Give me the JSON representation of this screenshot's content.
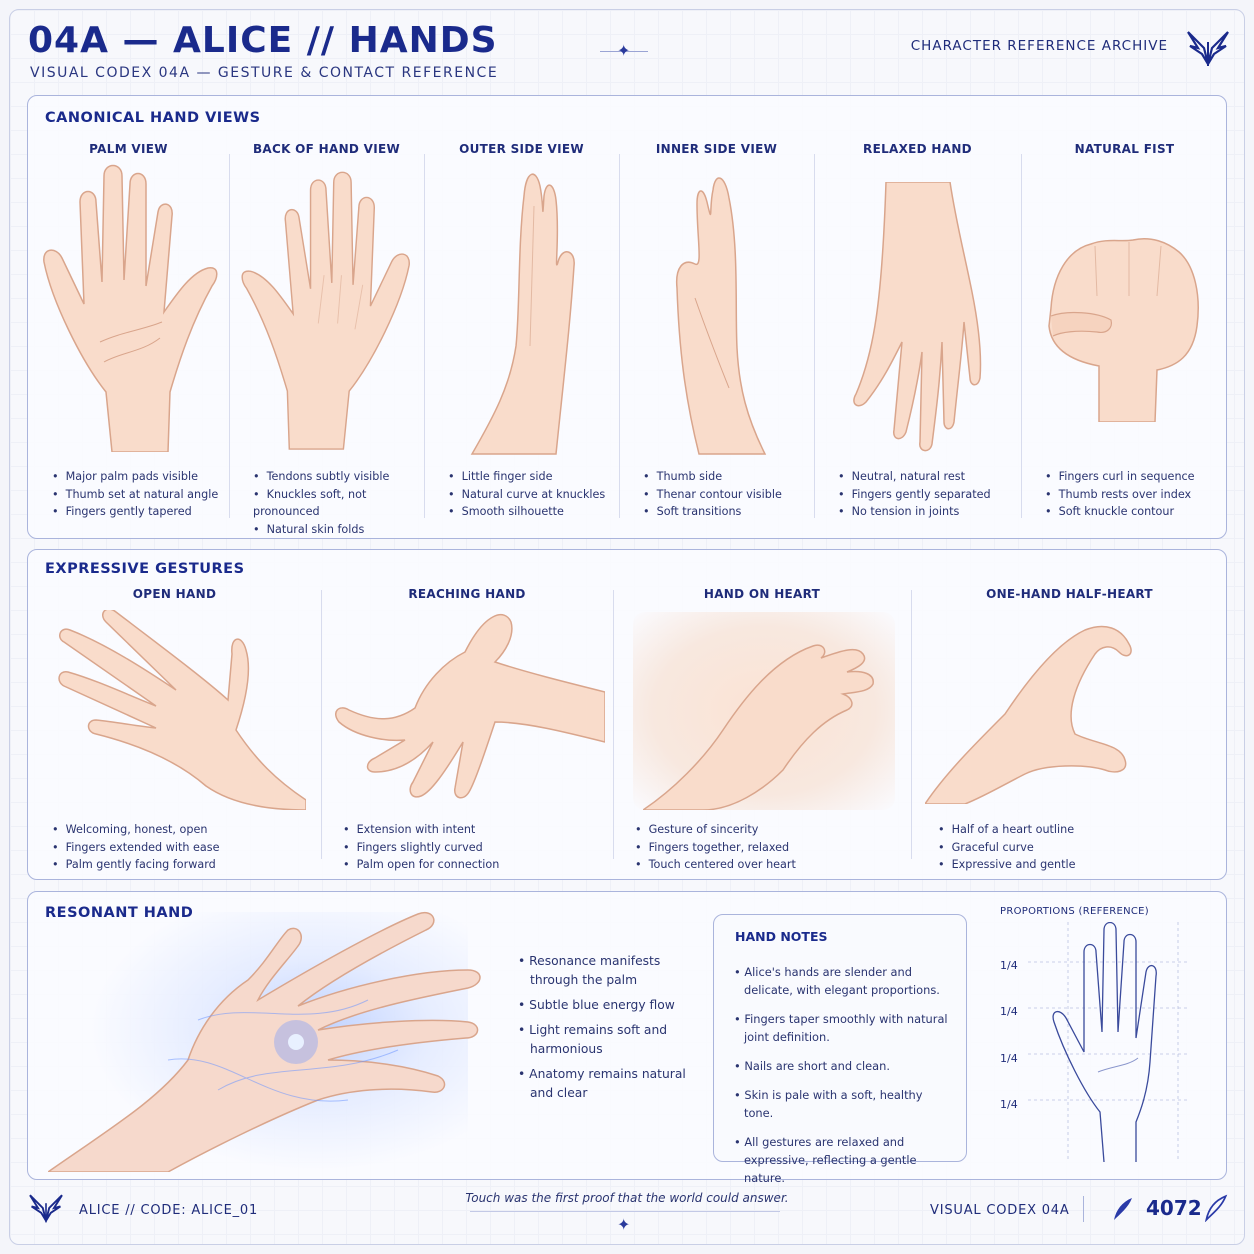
{
  "header": {
    "title": "04A — ALICE // HANDS",
    "subtitle": "VISUAL CODEX 04A — GESTURE & CONTACT REFERENCE",
    "archive": "CHARACTER REFERENCE ARCHIVE",
    "logo_icon": "winged-emblem-icon"
  },
  "canonical": {
    "title": "CANONICAL HAND VIEWS",
    "views": [
      {
        "label": "PALM VIEW",
        "notes": [
          "Major palm pads visible",
          "Thumb set at natural angle",
          "Fingers gently tapered"
        ]
      },
      {
        "label": "BACK OF HAND VIEW",
        "notes": [
          "Tendons subtly visible",
          "Knuckles soft, not pronounced",
          "Natural skin folds"
        ]
      },
      {
        "label": "OUTER SIDE VIEW",
        "notes": [
          "Little finger side",
          "Natural curve at knuckles",
          "Smooth silhouette"
        ]
      },
      {
        "label": "INNER SIDE VIEW",
        "notes": [
          "Thumb side",
          "Thenar contour visible",
          "Soft transitions"
        ]
      },
      {
        "label": "RELAXED HAND",
        "notes": [
          "Neutral, natural rest",
          "Fingers gently separated",
          "No tension in joints"
        ]
      },
      {
        "label": "NATURAL FIST",
        "notes": [
          "Fingers curl in sequence",
          "Thumb rests over index",
          "Soft knuckle contour"
        ]
      }
    ]
  },
  "expressive": {
    "title": "EXPRESSIVE GESTURES",
    "gestures": [
      {
        "label": "OPEN HAND",
        "notes": [
          "Welcoming, honest, open",
          "Fingers extended with ease",
          "Palm gently facing forward"
        ]
      },
      {
        "label": "REACHING HAND",
        "notes": [
          "Extension with intent",
          "Fingers slightly curved",
          "Palm open for connection"
        ]
      },
      {
        "label": "HAND ON HEART",
        "notes": [
          "Gesture of sincerity",
          "Fingers together, relaxed",
          "Touch centered over heart"
        ]
      },
      {
        "label": "ONE-HAND HALF-HEART",
        "notes": [
          "Half of a heart outline",
          "Graceful curve",
          "Expressive and gentle"
        ]
      }
    ]
  },
  "resonant": {
    "title": "RESONANT HAND",
    "notes": [
      "Resonance manifests through the palm",
      "Subtle blue energy flow",
      "Light remains soft and harmonious",
      "Anatomy remains natural and clear"
    ]
  },
  "hand_notes": {
    "title": "HAND NOTES",
    "items": [
      "Alice's hands are slender and delicate, with elegant proportions.",
      "Fingers taper smoothly with natural joint definition.",
      "Nails are short and clean.",
      "Skin is pale with a soft, healthy tone.",
      "All gestures are relaxed and expressive, reflecting a gentle nature."
    ]
  },
  "proportions": {
    "title": "PROPORTIONS (REFERENCE)",
    "labels": [
      "1/4",
      "1/4",
      "1/4",
      "1/4"
    ]
  },
  "footer": {
    "left": "ALICE  //  CODE:  ALICE_01",
    "quote": "Touch was the first proof that the world could answer.",
    "codex": "VISUAL CODEX 04A",
    "number": "4072"
  },
  "colors": {
    "accent": "#1a2a8c",
    "skin": "#f9dccb",
    "skin_line": "#d9a58c",
    "energy": "#5f8cff"
  }
}
